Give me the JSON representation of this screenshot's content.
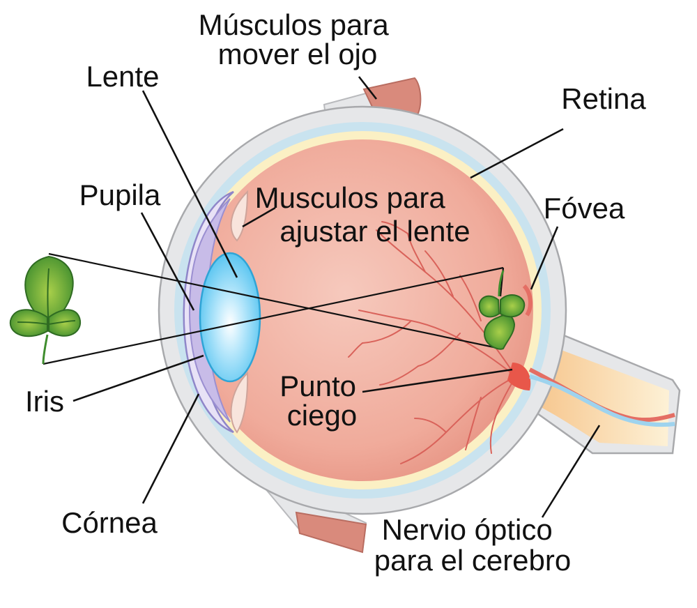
{
  "labels": {
    "musculos_mover": [
      "Músculos para",
      "mover el ojo"
    ],
    "lente": "Lente",
    "retina": "Retina",
    "pupila": "Pupila",
    "musculos_ajustar": [
      "Musculos para",
      "ajustar el lente"
    ],
    "fovea": "Fóvea",
    "iris": "Iris",
    "punto_ciego": [
      "Punto",
      "ciego"
    ],
    "cornea": "Córnea",
    "nervio_optico": [
      "Nervio óptico",
      "para el cerebro"
    ]
  },
  "colors": {
    "sclera": "#e6e7e9",
    "choroid_blue": "#c9e3ef",
    "retina_cream": "#fbf0c4",
    "eyeball": "#f2b4a6",
    "lens": "#8fd8f5",
    "iris_purple": "#c8bce8",
    "muscle": "#d98a7c",
    "leaf_green": "#5fa83c",
    "optic_nerve": "#fbe6b8"
  }
}
